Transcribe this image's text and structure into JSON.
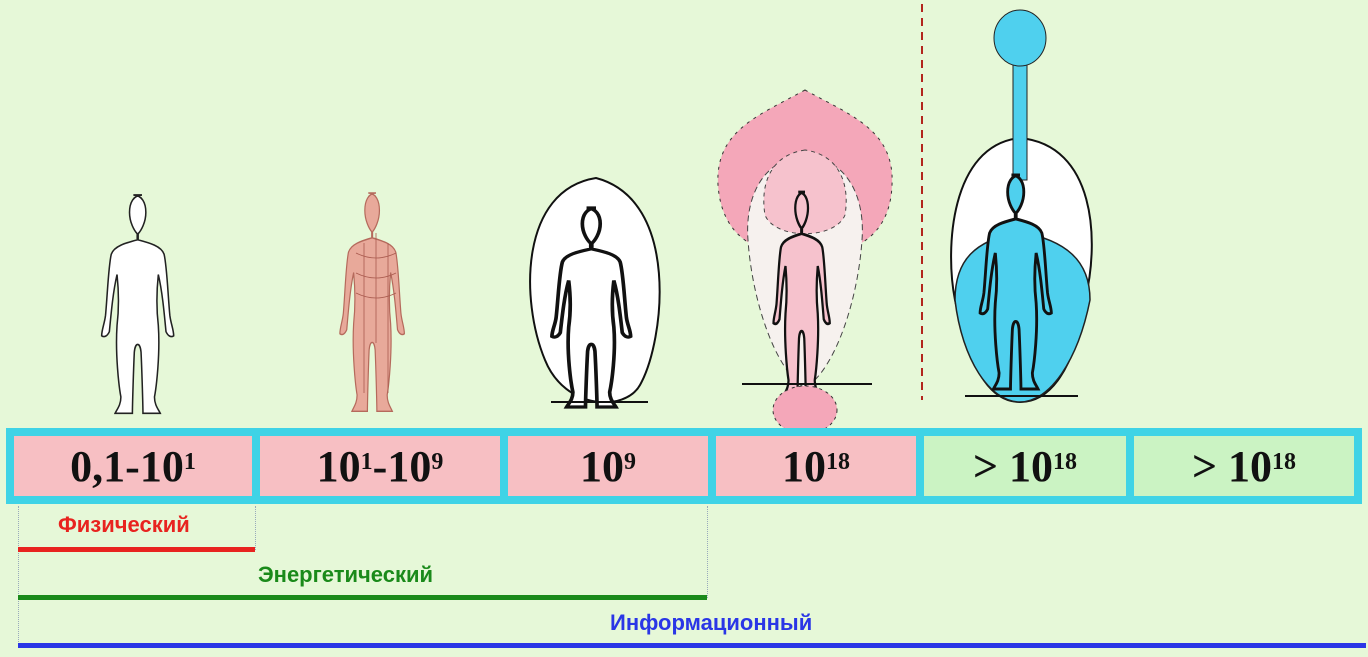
{
  "scale": [
    {
      "base": "0,1-10",
      "sup": "1",
      "suffix": "",
      "suffix_sup": "",
      "color": "#f7bfc3"
    },
    {
      "base": "10",
      "sup": "1",
      "suffix": "-10",
      "suffix_sup": "9",
      "color": "#f7bfc3"
    },
    {
      "base": "10",
      "sup": "9",
      "suffix": "",
      "suffix_sup": "",
      "color": "#f7bfc3"
    },
    {
      "base": "10",
      "sup": "18",
      "suffix": "",
      "suffix_sup": "",
      "color": "#f7bfc3"
    },
    {
      "base": "> 10",
      "sup": "18",
      "suffix": "",
      "suffix_sup": "",
      "color": "#cbf3c3"
    },
    {
      "base": "> 10",
      "sup": "18",
      "suffix": "",
      "suffix_sup": "",
      "color": "#cbf3c3"
    }
  ],
  "levels": {
    "physical": {
      "label": "Физический",
      "color": "#e8231f"
    },
    "energetic": {
      "label": "Энергетический",
      "color": "#1a8a1a"
    },
    "informational": {
      "label": "Информационный",
      "color": "#2a36e6"
    }
  },
  "colors": {
    "background": "#e6f8d8",
    "band": "#3fd3e6",
    "aura_pink": "#f4a7b9",
    "aura_blue": "#4fd0ee"
  }
}
